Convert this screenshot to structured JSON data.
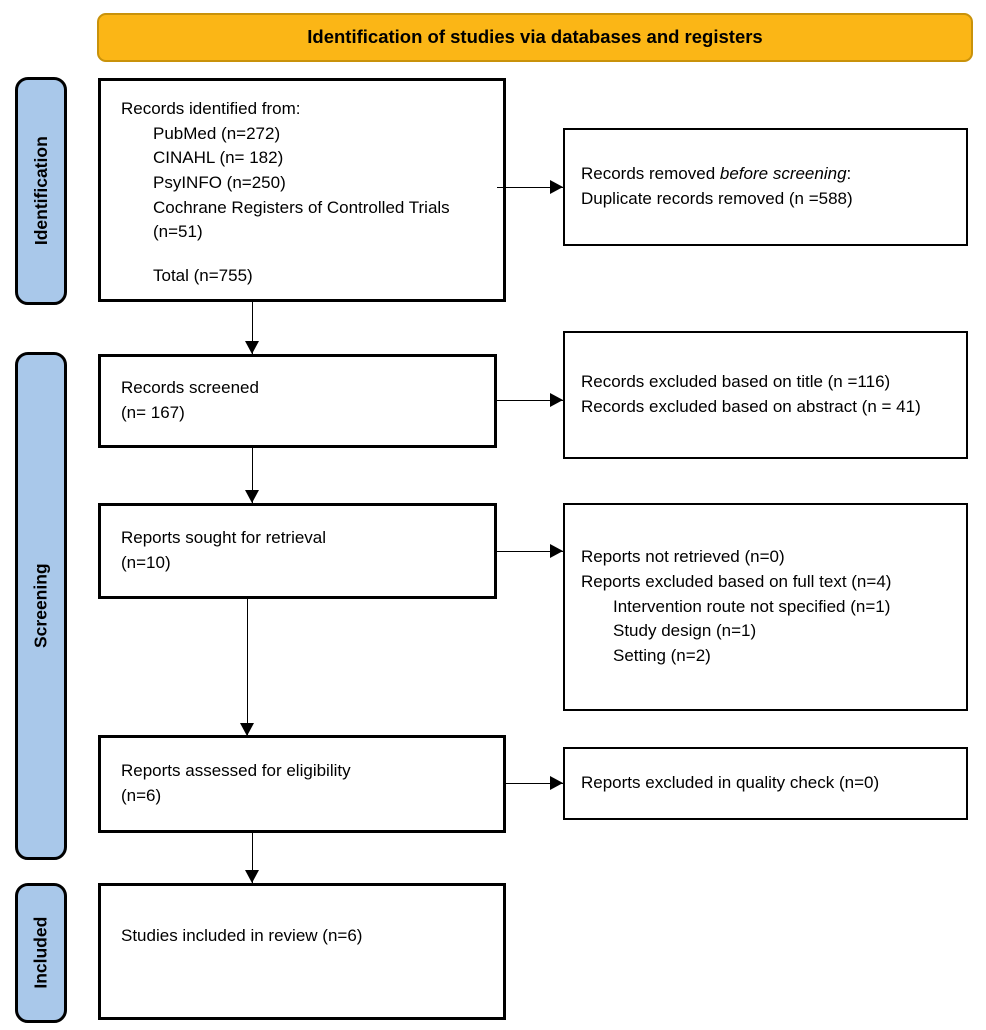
{
  "banner": {
    "label": "Identification of studies via databases and registers"
  },
  "colors": {
    "banner_fill": "#FBB616",
    "banner_border": "#C9920A",
    "stage_fill": "#A9C8EA",
    "box_border": "#000000",
    "background": "#FFFFFF"
  },
  "stages": {
    "identification": "Identification",
    "screening": "Screening",
    "included": "Included"
  },
  "boxes": {
    "identified": {
      "title": "Records identified from:",
      "items": [
        "PubMed (n=272)",
        "CINAHL (n= 182)",
        "PsyINFO (n=250)",
        "Cochrane Registers of Controlled Trials (n=51)"
      ],
      "total": "Total (n=755)"
    },
    "removed": {
      "line1_prefix": "Records removed ",
      "line1_italic": "before screening",
      "line1_suffix": ":",
      "line2": "Duplicate records removed (n =588)"
    },
    "screened": {
      "line1": "Records screened",
      "line2": "(n= 167)"
    },
    "excluded_title_abstract": {
      "line1": "Records excluded based on title (n =116)",
      "line2": "Records excluded based on abstract (n = 41)"
    },
    "sought": {
      "line1": "Reports sought for retrieval",
      "line2": "(n=10)"
    },
    "not_retrieved": {
      "line1": "Reports not retrieved (n=0)",
      "line2": "Reports excluded based on full text (n=4)",
      "sub_items": [
        "Intervention route not specified (n=1)",
        "Study design (n=1)",
        "Setting (n=2)"
      ]
    },
    "assessed": {
      "line1": "Reports assessed for eligibility",
      "line2": "(n=6)"
    },
    "quality": {
      "line1": "Reports excluded in quality check (n=0)"
    },
    "included": {
      "line1": "Studies included in review (n=6)"
    }
  }
}
